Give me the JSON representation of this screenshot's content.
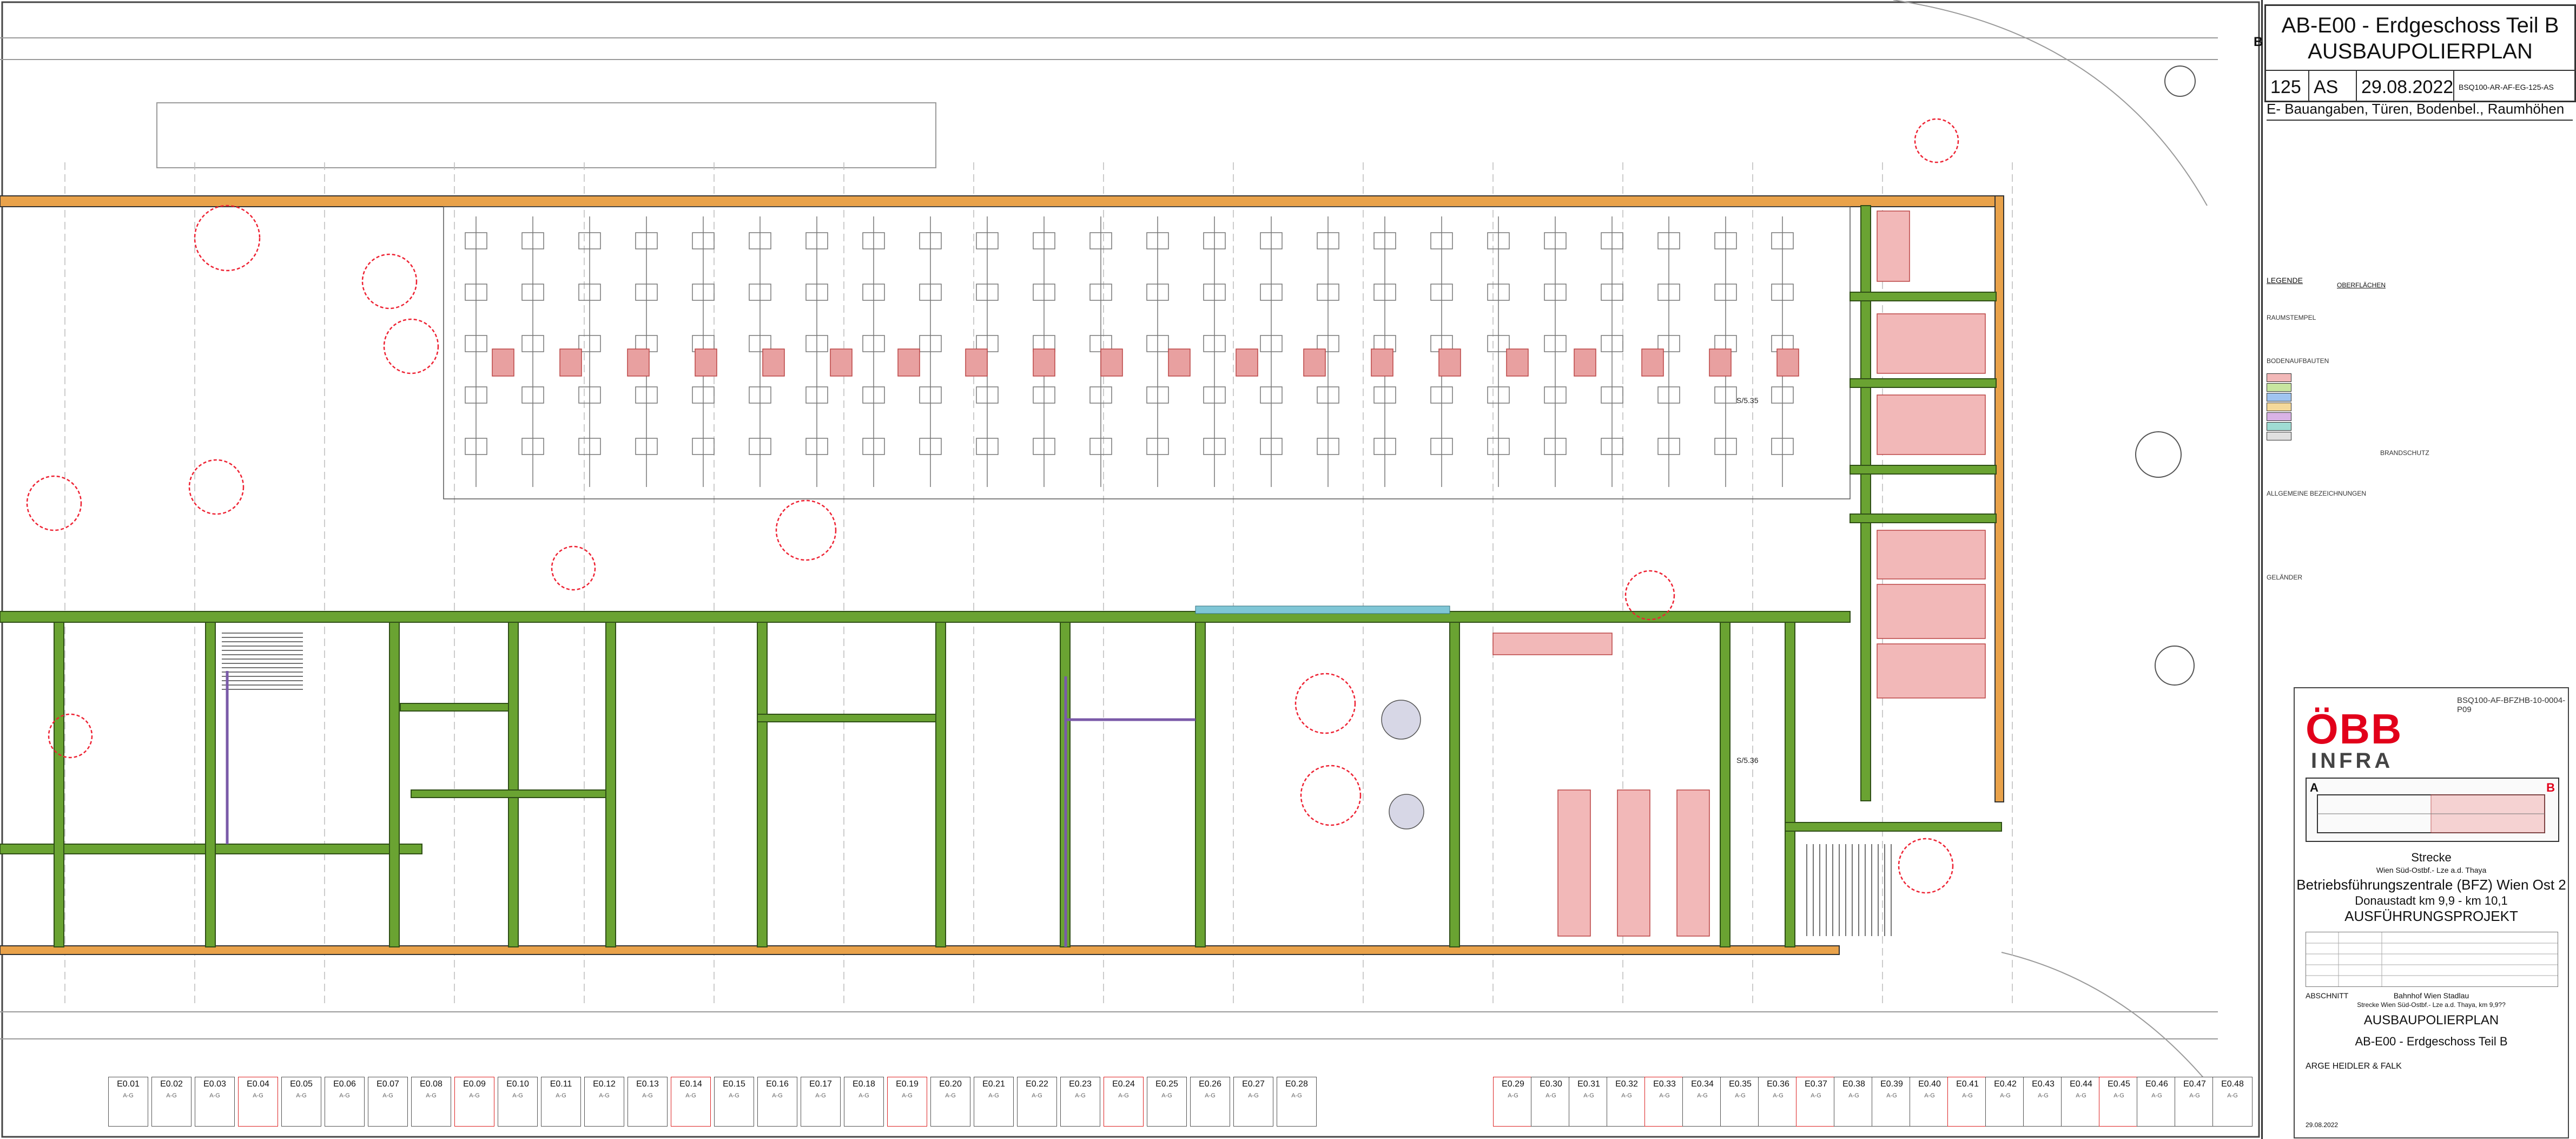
{
  "header": {
    "title_line1": "AB-E00 - Erdgeschoss Teil B",
    "title_line2": "AUSBAUPOLIERPLAN",
    "plan_number": "125",
    "author": "AS",
    "date": "29.08.2022",
    "file_code": "BSQ100-AR-AF-EG-125-AS",
    "subtitle": "E- Bauangaben, Türen, Bodenbel., Raumhöhen",
    "sheet_letter": "B"
  },
  "legend": {
    "title": "LEGENDE",
    "categories": [
      "RAUMSTEMPEL",
      "BODENAUFBAUTEN",
      "ALLGEMEINE BEZEICHNUNGEN",
      "GELÄNDER",
      "BRANDSCHUTZ"
    ],
    "finish_heading": "OBERFLÄCHEN",
    "swatch_colors": [
      "#f2b8b8",
      "#c8e6a0",
      "#a0c4f0",
      "#f5d99a",
      "#d9b3e6",
      "#9fdcd3",
      "#e0e0e0"
    ]
  },
  "client": {
    "logo": "ÖBB",
    "logo_sub": "INFRA",
    "doc_code": "BSQ100-AF-BFZHB-10-0004-P09",
    "key_a": "A",
    "key_b": "B",
    "line_label": "Strecke",
    "line_name": "Wien Süd-Ostbf.- Lze a.d. Thaya",
    "project_title": "Betriebsführungszentrale (BFZ) Wien Ost 2",
    "location": "Donaustadt km 9,9 - km 10,1",
    "phase": "AUSFÜHRUNGSPROJEKT",
    "section_label": "ABSCHNITT",
    "section_sub": "Bahnhof Wien Stadlau",
    "section_detail": "Strecke Wien Süd-Ostbf.- Lze a.d. Thaya, km 9,9??",
    "plan_type": "AUSBAUPOLIERPLAN",
    "plan_sheet": "AB-E00 - Erdgeschoss Teil B",
    "contractor": "ARGE HEIDLER & FALK",
    "footer_date": "29.08.2022"
  },
  "room_stamps": {
    "codes": [
      "E0.01",
      "E0.02",
      "E0.03",
      "E0.04",
      "E0.05",
      "E0.06",
      "E0.07",
      "E0.08",
      "E0.09",
      "E0.10",
      "E0.11",
      "E0.12",
      "E0.13",
      "E0.14",
      "E0.15",
      "E0.16",
      "E0.17",
      "E0.18",
      "E0.19",
      "E0.20",
      "E0.21",
      "E0.22",
      "E0.23",
      "E0.24",
      "E0.25",
      "E0.26",
      "E0.27",
      "E0.28",
      "E0.29",
      "E0.30",
      "E0.31",
      "E0.32",
      "E0.33",
      "E0.34",
      "E0.35",
      "E0.36",
      "E0.37",
      "E0.38",
      "E0.39",
      "E0.40",
      "E0.41",
      "E0.42",
      "E0.43",
      "E0.44",
      "E0.45",
      "E0.46",
      "E0.47",
      "E0.48"
    ],
    "level": "A-G"
  },
  "grid_axes": [
    "S/5.35",
    "S/5.36"
  ]
}
